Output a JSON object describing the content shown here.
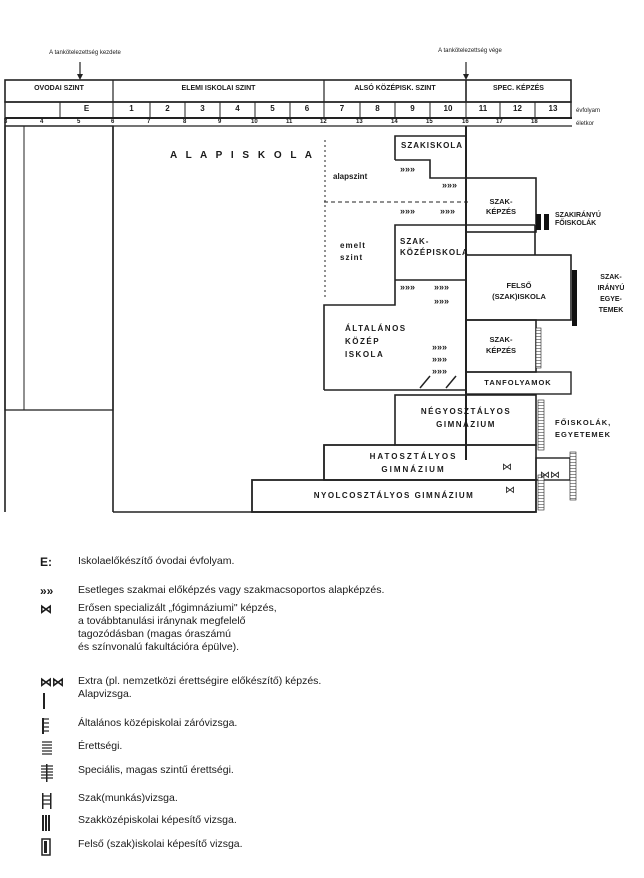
{
  "top_markers": {
    "start": "A tankötelezettség kezdete",
    "end": "A tankötelezettség vége"
  },
  "levels": {
    "ovodai": "OVODAI SZINT",
    "elemi": "ELEMI ISKOLAI SZINT",
    "also_kozep": "ALSÓ KÖZÉPISK. SZINT",
    "spec": "SPEC. KÉPZÉS"
  },
  "grade_row": {
    "cells": [
      "E",
      "1",
      "2",
      "3",
      "4",
      "5",
      "6",
      "7",
      "8",
      "9",
      "10",
      "11",
      "12",
      "13"
    ],
    "label": "évfolyam"
  },
  "age_row": {
    "cells": [
      "3",
      "4",
      "5",
      "6",
      "7",
      "8",
      "9",
      "10",
      "11",
      "12",
      "13",
      "14",
      "15",
      "16",
      "17",
      "18"
    ],
    "label": "életkor"
  },
  "blocks": {
    "alapiskola": "A L A P I S K O L A",
    "alapszint": "alapszint",
    "emelt": "emelt\nszint",
    "szakiskola": "SZAKISKOLA",
    "szakkepzes1": "SZAK-\nKÉPZÉS",
    "szakkozep": "SZAK-\nKÖZÉPISKOLA",
    "felso": "FELSŐ\n(SZAK)ISKOLA",
    "altalanos": "ÁLTALÁNOS\nKÖZÉP\nISKOLA",
    "szakkepzes2": "SZAK-\nKÉPZÉS",
    "tanfolyamok": "TANFOLYAMOK",
    "negyosztalyos": "NÉGYOSZTÁLYOS\nGIMNÁZIUM",
    "hatosztalyos": "HATOSZTÁLYOS\nGIMNÁZIUM",
    "nyolcosztalyos": "NYOLCOSZTÁLYOS GIMNÁZIUM"
  },
  "side_labels": {
    "szakiranyu_foiskolak": "SZAKIRÁNYÚ\nFŐISKOLÁK",
    "szakiranyu_egyetemek": "SZAK-\nIRÁNYÚ\nEGYE-\nTEMEK",
    "foiskolak_egyetemek": "FŐISKOLÁK,\nEGYETEMEK"
  },
  "legend": [
    {
      "symbol": "E:",
      "icon": "e-letter-icon",
      "text": "Iskolaelőkészítő óvodai évfolyam."
    },
    {
      "symbol": "»»",
      "icon": "chevrons-icon",
      "text": "Esetleges szakmai előképzés vagy szakmacsoportos alapképzés."
    },
    {
      "symbol": "⋈",
      "icon": "bowtie-icon",
      "text": "Erősen specializált „fógimnáziumi\" képzés,\na továbbtanulási iránynak megfelelő\ntagozódásban (magas óraszámú\nés színvonalú fakultációra épülve)."
    },
    {
      "symbol": "⋈⋈",
      "icon": "double-bowtie-icon",
      "text": "Extra (pl. nemzetközi érettségire előkészítő) képzés.\nAlapvizsga."
    },
    {
      "symbol": "",
      "icon": "vertical-bar-icon",
      "text": ""
    },
    {
      "symbol": "",
      "icon": "bracket-comb-icon",
      "text": "Általános középiskolai záróvizsga."
    },
    {
      "symbol": "",
      "icon": "comb-icon",
      "text": "Érettségi."
    },
    {
      "symbol": "",
      "icon": "double-comb-icon",
      "text": "Speciális, magas szintű érettségi."
    },
    {
      "symbol": "",
      "icon": "ladder-icon",
      "text": "Szak(munkás)vizsga."
    },
    {
      "symbol": "",
      "icon": "thick-bars-icon",
      "text": "Szakközépiskolai képesítő vizsga."
    },
    {
      "symbol": "",
      "icon": "box-bar-icon",
      "text": "Felső (szak)iskolai képesítő vizsga."
    }
  ]
}
